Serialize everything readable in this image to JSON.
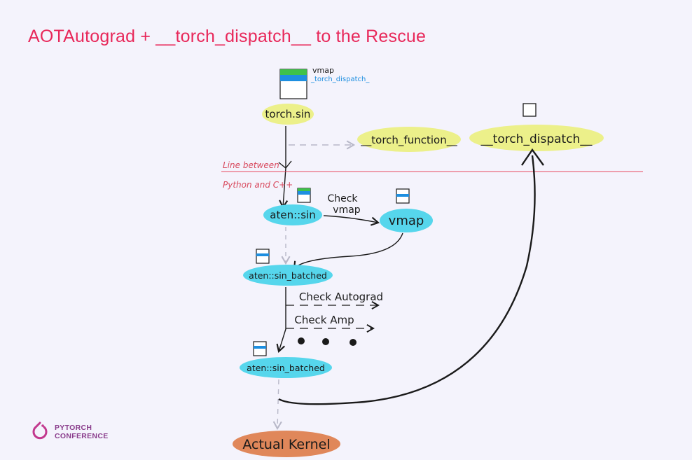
{
  "slide": {
    "title": "AOTAutograd + __torch_dispatch__ to the Rescue"
  },
  "diagram": {
    "legend": {
      "vmap": "vmap",
      "torch_dispatch": "_torch_dispatch_"
    },
    "nodes": {
      "torch_sin": "torch.sin",
      "torch_function": "__torch_function__",
      "torch_dispatch": "__torch_dispatch__",
      "aten_sin": "aten::sin",
      "vmap": "vmap",
      "aten_sin_batched_1": "aten::sin_batched",
      "aten_sin_batched_2": "aten::sin_batched",
      "actual_kernel": "Actual Kernel"
    },
    "boundary": {
      "label_line1": "Line between",
      "label_line2": "Python and C++"
    },
    "edge_labels": {
      "check": "Check",
      "vmap": "vmap",
      "check_autograd": "Check Autograd",
      "check_amp": "Check Amp"
    },
    "colors": {
      "title": "#e8285a",
      "yellow_highlight": "#ecf08a",
      "cyan_highlight": "#56d6ec",
      "orange_highlight": "#e0875a",
      "boundary_line": "#e8485e",
      "legend_green": "#3ec24a",
      "legend_blue": "#1e8fe0"
    }
  },
  "brand": {
    "line1": "PYTORCH",
    "line2": "CONFERENCE"
  }
}
